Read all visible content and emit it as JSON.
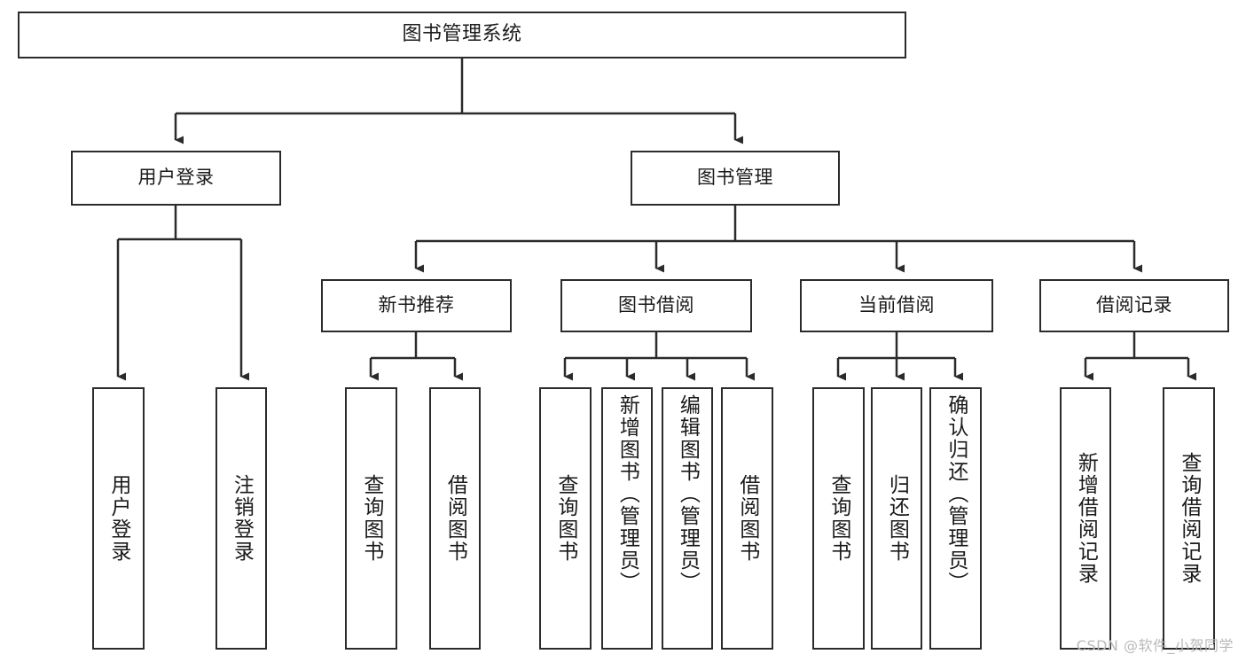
{
  "diagram": {
    "title": "图书管理系统",
    "watermark": "CSDN @软件_小贺同学",
    "colors": {
      "box_border": "#2b2b2b",
      "box_fill": "#ffffff",
      "edge": "#2b2b2b",
      "text": "#1a1a1a",
      "watermark": "#b9b9b9",
      "background": "#ffffff"
    },
    "nodes": {
      "root": {
        "label": "图书管理系统"
      },
      "tier2": [
        {
          "id": "user-login",
          "label": "用户登录"
        },
        {
          "id": "book-manage",
          "label": "图书管理"
        }
      ],
      "tier3": [
        {
          "id": "new-book-recommend",
          "label": "新书推荐"
        },
        {
          "id": "book-borrow",
          "label": "图书借阅"
        },
        {
          "id": "current-borrow",
          "label": "当前借阅"
        },
        {
          "id": "borrow-record",
          "label": "借阅记录"
        }
      ],
      "leaves": {
        "user_login": [
          {
            "id": "leaf-user-login",
            "label": "用户登录"
          },
          {
            "id": "leaf-logout-login",
            "label": "注销登录"
          }
        ],
        "new_book_recommend": [
          {
            "id": "leaf-query-book-1",
            "label": "查询图书"
          },
          {
            "id": "leaf-borrow-book-1",
            "label": "借阅图书"
          }
        ],
        "book_borrow": [
          {
            "id": "leaf-query-book-2",
            "label": "查询图书"
          },
          {
            "id": "leaf-add-book",
            "label": "新增图书（管理员）"
          },
          {
            "id": "leaf-edit-book",
            "label": "编辑图书（管理员）"
          },
          {
            "id": "leaf-borrow-book-2",
            "label": "借阅图书"
          }
        ],
        "current_borrow": [
          {
            "id": "leaf-query-book-3",
            "label": "查询图书"
          },
          {
            "id": "leaf-return-book",
            "label": "归还图书"
          },
          {
            "id": "leaf-confirm-return",
            "label": "确认归还（管理员）"
          }
        ],
        "borrow_record": [
          {
            "id": "leaf-add-record",
            "label": "新增借阅记录"
          },
          {
            "id": "leaf-query-record",
            "label": "查询借阅记录"
          }
        ]
      }
    }
  }
}
